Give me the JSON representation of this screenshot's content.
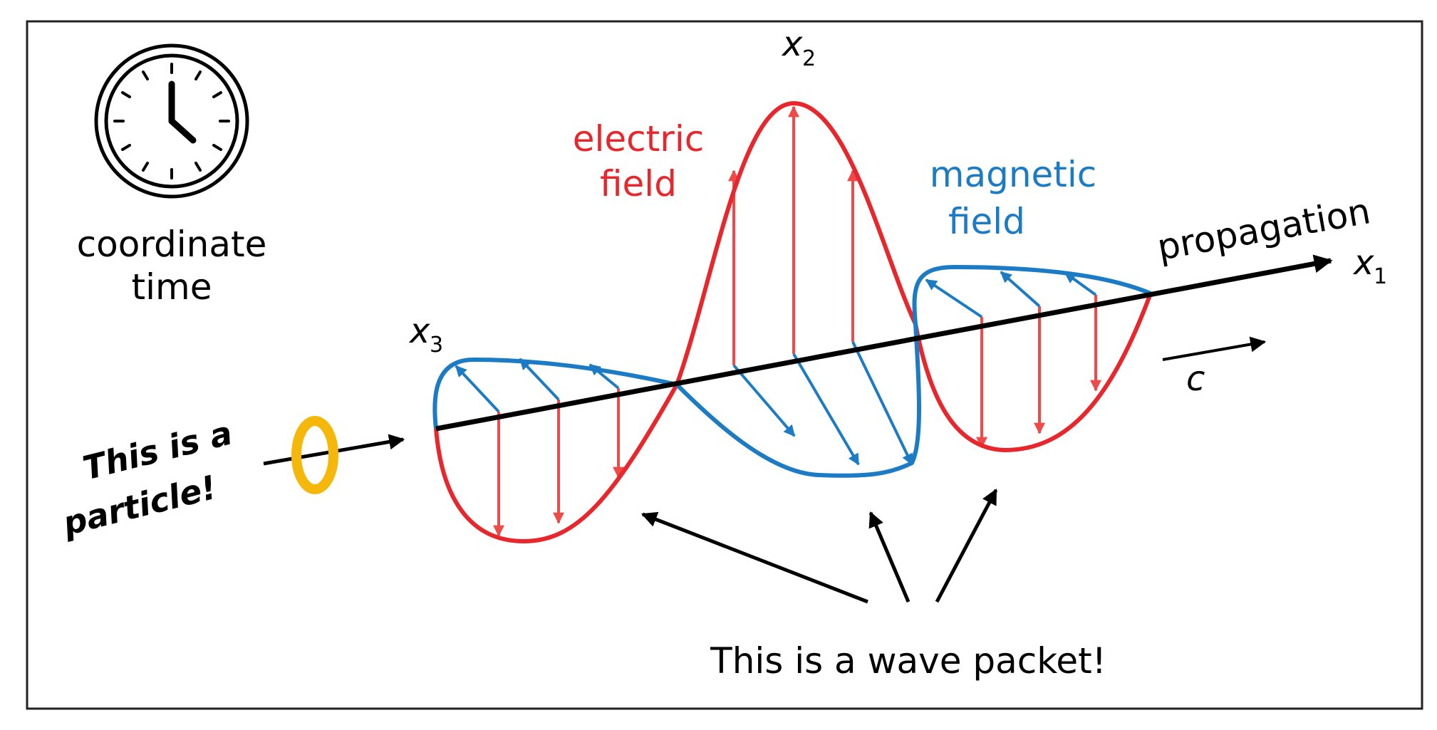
{
  "colors": {
    "electric": "#e8262b",
    "electric_arrow": "#ef4a4a",
    "magnetic": "#1b7bc4",
    "particle": "#f5b80a",
    "axis": "#000000",
    "frame": "#222222"
  },
  "icons": {
    "clock": "clock-icon",
    "particle": "ring-icon"
  },
  "labels": {
    "clock_line1": "coordinate",
    "clock_line2": "time",
    "electric_line1": "electric",
    "electric_line2": "field",
    "magnetic_line1": "magnetic",
    "magnetic_line2": "field",
    "propagation": "propagation",
    "x1_base": "x",
    "x1_sub": "1",
    "x2_base": "x",
    "x2_sub": "2",
    "x3_base": "x",
    "x3_sub": "3",
    "speed": "c",
    "particle_line1": "This is a",
    "particle_line2": "particle!",
    "wave_packet": "This is a wave packet!"
  }
}
